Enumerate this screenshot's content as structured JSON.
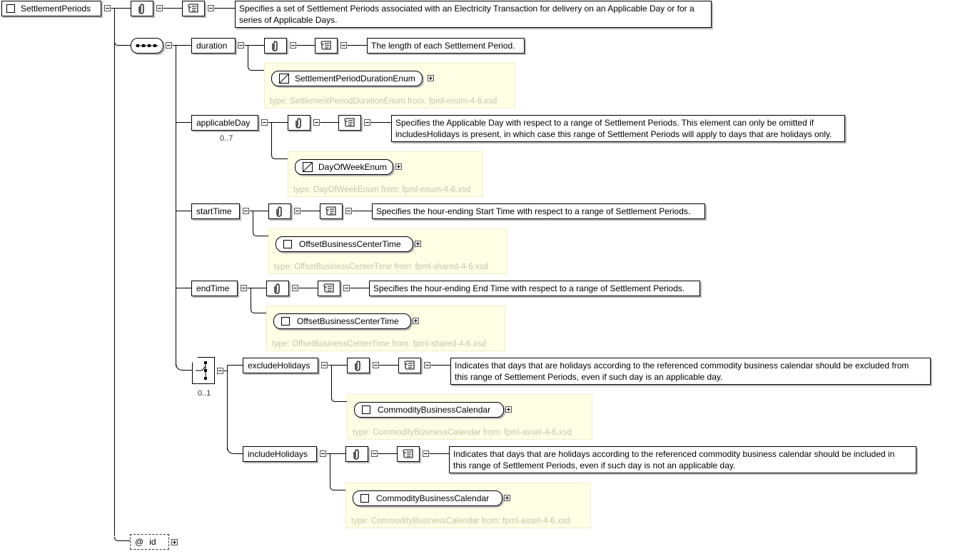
{
  "root": {
    "name": "SettlementPeriods",
    "doc_line1": "Specifies a set of Settlement Periods associated with an Electricity Transaction for delivery on an Applicable Day or for a",
    "doc_line2": "series of Applicable Days."
  },
  "elements": [
    {
      "name": "duration",
      "cardinality": "",
      "doc_line1": "The length of each Settlement Period.",
      "doc_line2": "",
      "type_name": "SettlementPeriodDurationEnum",
      "type_kind": "simple",
      "type_info": "type: SettlementPeriodDurationEnum from: fpml-enum-4-6.xsd"
    },
    {
      "name": "applicableDay",
      "cardinality": "0..7",
      "doc_line1": "Specifies the Applicable Day with respect to a range of Settlement Periods. This element can only be omitted if",
      "doc_line2": "includesHolidays is present, in which case this range of Settlement Periods will apply to days that are holidays only.",
      "type_name": "DayOfWeekEnum",
      "type_kind": "simple",
      "type_info": "type: DayOfWeekEnum from: fpml-enum-4-6.xsd"
    },
    {
      "name": "startTime",
      "cardinality": "",
      "doc_line1": "Specifies the hour-ending Start Time with respect to a range of Settlement Periods.",
      "doc_line2": "",
      "type_name": "OffsetBusinessCenterTime",
      "type_kind": "complex",
      "type_info": "type: OffsetBusinessCenterTime from: fpml-shared-4-6.xsd"
    },
    {
      "name": "endTime",
      "cardinality": "",
      "doc_line1": "Specifies the hour-ending End Time with respect to a range of Settlement Periods.",
      "doc_line2": "",
      "type_name": "OffsetBusinessCenterTime",
      "type_kind": "complex",
      "type_info": "type: OffsetBusinessCenterTime from: fpml-shared-4-6.xsd"
    }
  ],
  "choice": {
    "cardinality": "0..1",
    "elements": [
      {
        "name": "excludeHolidays",
        "doc_line1": "Indicates that days that are holidays according to the referenced commodity business calendar should be excluded from",
        "doc_line2": "this range of Settlement Periods, even if such day is an applicable day.",
        "type_name": "CommodityBusinessCalendar",
        "type_kind": "complex",
        "type_info": "type: CommodityBusinessCalendar from: fpml-asset-4-6.xsd"
      },
      {
        "name": "includeHolidays",
        "doc_line1": "Indicates that days that are holidays according to the referenced commodity business calendar should be included in",
        "doc_line2": "this range of Settlement Periods, even if such day is not an applicable day.",
        "type_name": "CommodityBusinessCalendar",
        "type_kind": "complex",
        "type_info": "type: CommodityBusinessCalendar from: fpml-asset-4-6.xsd"
      }
    ]
  },
  "attribute": {
    "symbol": "@",
    "name": "id"
  },
  "icons": {
    "annotation": "paperclip-icon",
    "documentation": "scroll-icon",
    "sequence": "sequence-compositor-icon",
    "choice": "choice-compositor-icon",
    "simple_type": "simple-type-icon",
    "complex_type": "complex-type-icon"
  },
  "colors": {
    "type_box_bg": "#ffffe6",
    "type_text": "#c8c4a6",
    "line": "#000000"
  }
}
